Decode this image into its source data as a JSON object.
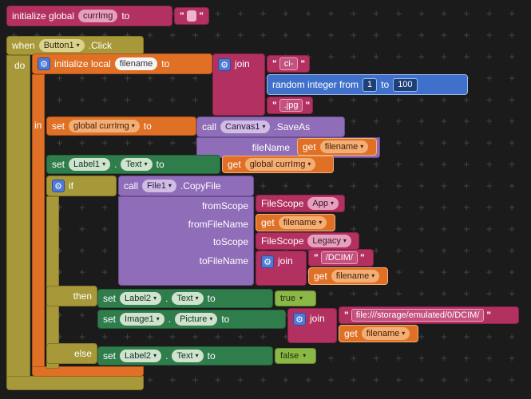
{
  "ui": {
    "gear": "⚙",
    "dropdown": "▾",
    "quote": "\"",
    "grid_char": "+"
  },
  "colors": {
    "workspace_bg": "#1b1b1b",
    "grid": "#404040",
    "event_block": "#a79839",
    "variables_block": "#df7026",
    "text_block": "#b23160",
    "method_call_block": "#8f6db8",
    "component_set_block": "#2f7d4b",
    "math_block": "#3f70ca",
    "logic_block": "#8ab747"
  },
  "blocks": {
    "init_global": {
      "kw": "initialize global",
      "name": "currImg",
      "to": "to"
    },
    "when_event": {
      "kw": "when",
      "component": "Button1",
      "event": ".Click",
      "do": "do"
    },
    "init_local": {
      "kw": "initialize local",
      "name": "filename",
      "to": "to",
      "in": "in"
    },
    "join": {
      "label": "join"
    },
    "str_ci": {
      "text": "ci-"
    },
    "random_int": {
      "t1": "random integer from",
      "v1": "1",
      "t2": "to",
      "v2": "100"
    },
    "str_jpg": {
      "text": ".jpg"
    },
    "set_global": {
      "set": "set",
      "var": "global currImg",
      "to": "to"
    },
    "call_saveas": {
      "call": "call",
      "component": "Canvas1",
      "method": ".SaveAs",
      "param": "fileName"
    },
    "get_filename": {
      "get": "get",
      "var": "filename"
    },
    "set_label1": {
      "set": "set",
      "component": "Label1",
      "dot": ".",
      "prop": "Text",
      "to": "to"
    },
    "get_global": {
      "get": "get",
      "var": "global currImg"
    },
    "if_block": {
      "if": "if",
      "then": "then",
      "else": "else"
    },
    "call_copyfile": {
      "call": "call",
      "component": "File1",
      "method": ".CopyFile",
      "params": [
        "fromScope",
        "fromFileName",
        "toScope",
        "toFileName"
      ]
    },
    "filescope_app": {
      "label": "FileScope",
      "value": "App"
    },
    "filescope_legacy": {
      "label": "FileScope",
      "value": "Legacy"
    },
    "str_dcim": {
      "text": "/DCIM/"
    },
    "set_label2": {
      "set": "set",
      "component": "Label2",
      "dot": ".",
      "prop": "Text",
      "to": "to"
    },
    "logic_true": {
      "value": "true"
    },
    "set_image1": {
      "set": "set",
      "component": "Image1",
      "dot": ".",
      "prop": "Picture",
      "to": "to"
    },
    "str_path": {
      "text": "file:///storage/emulated/0/DCIM/"
    },
    "logic_false": {
      "value": "false"
    }
  }
}
